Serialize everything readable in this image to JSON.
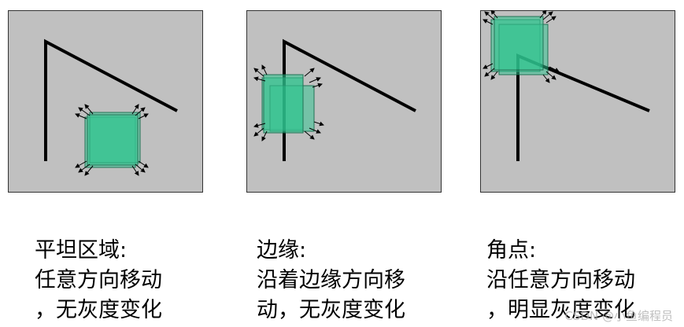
{
  "panels": [
    {
      "caption": [
        "平坦区域:",
        "任意方向移动",
        "，无灰度变化"
      ]
    },
    {
      "caption": [
        "边缘:",
        "沿着边缘方向移",
        "动，无灰度变化"
      ]
    },
    {
      "caption": [
        "角点:",
        "沿任意方向移动",
        "，明显灰度变化"
      ]
    }
  ],
  "watermark": "CSDN @小鱼编程员",
  "colors": {
    "panel_bg": "#c0c0c0",
    "window_fill": "#2fc590",
    "window_stroke": "#1a6e50",
    "line": "#000000"
  }
}
